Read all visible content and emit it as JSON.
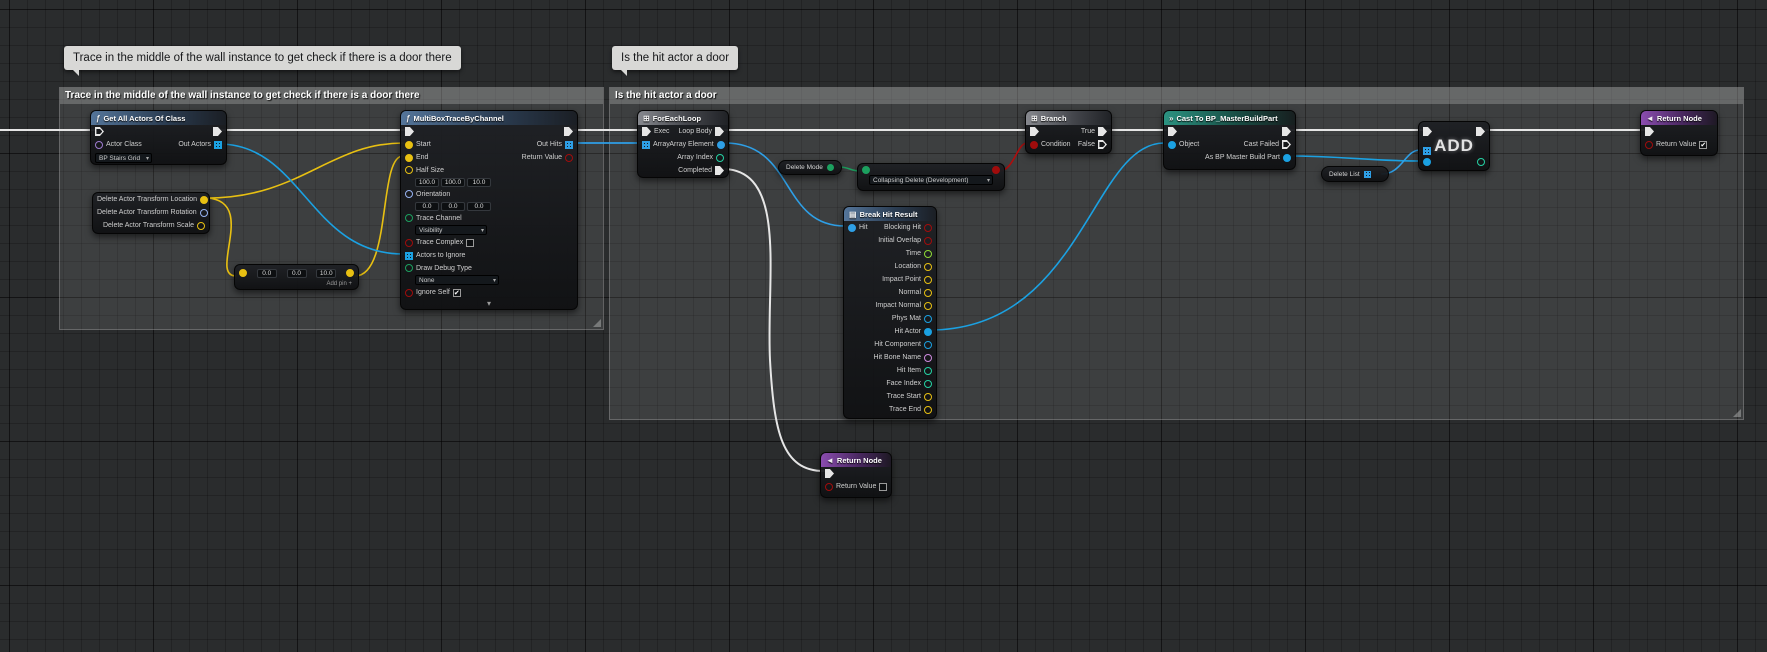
{
  "comments": {
    "trace": {
      "title": "Trace in the middle of the wall instance to get check if there is a door there"
    },
    "door": {
      "title": "Is the hit actor a door"
    }
  },
  "icons": {
    "function": "ƒ",
    "macro": "⊞",
    "cast": "»",
    "return": "◄",
    "break": "▤"
  },
  "nodes": {
    "getAllActors": {
      "title": "Get All Actors Of Class",
      "actorClassLabel": "Actor Class",
      "actorClassValue": "BP Stairs Grid",
      "outActorsLabel": "Out Actors"
    },
    "multiBoxTrace": {
      "title": "MultiBoxTraceByChannel",
      "start": "Start",
      "end": "End",
      "halfSize": "Half Size",
      "halfSizeValues": [
        "100.0",
        "100.0",
        "10.0"
      ],
      "orientation": "Orientation",
      "orientationValues": [
        "0.0",
        "0.0",
        "0.0"
      ],
      "traceChannel": "Trace Channel",
      "traceChannelValue": "Visibility",
      "traceComplex": "Trace Complex",
      "actorsToIgnore": "Actors to Ignore",
      "drawDebugType": "Draw Debug Type",
      "drawDebugTypeValue": "None",
      "ignoreSelf": "Ignore Self",
      "ignoreSelfChecked": true,
      "outHits": "Out Hits",
      "returnValue": "Return Value"
    },
    "transformBreak": {
      "pins": [
        "Delete Actor Transform Location",
        "Delete Actor Transform Rotation",
        "Delete Actor Transform Scale"
      ]
    },
    "vectorAdd": {
      "values": [
        "0.0",
        "0.0",
        "10.0"
      ],
      "addPin": "Add pin +"
    },
    "forEachLoop": {
      "title": "ForEachLoop",
      "exec": "Exec",
      "array": "Array",
      "loopBody": "Loop Body",
      "arrayElement": "Array Element",
      "arrayIndex": "Array Index",
      "completed": "Completed"
    },
    "deleteMode": {
      "label": "Delete Mode"
    },
    "equalEnum": {
      "value": "Collapsing Delete (Development)"
    },
    "breakHitResult": {
      "title": "Break Hit Result",
      "hit": "Hit",
      "pins": [
        "Blocking Hit",
        "Initial Overlap",
        "Time",
        "Location",
        "Impact Point",
        "Normal",
        "Impact Normal",
        "Phys Mat",
        "Hit Actor",
        "Hit Component",
        "Hit Bone Name",
        "Hit Item",
        "Face Index",
        "Trace Start",
        "Trace End"
      ]
    },
    "branch": {
      "title": "Branch",
      "condition": "Condition",
      "trueLabel": "True",
      "falseLabel": "False"
    },
    "cast": {
      "title": "Cast To BP_MasterBuildPart",
      "object": "Object",
      "castFailed": "Cast Failed",
      "asPart": "As BP Master Build Part"
    },
    "deleteList": {
      "label": "Delete List"
    },
    "addNode": {
      "watermark": "ADD"
    },
    "returnTop": {
      "title": "Return Node",
      "returnValue": "Return Value",
      "checked": true
    },
    "returnBottom": {
      "title": "Return Node",
      "returnValue": "Return Value",
      "checked": false
    }
  },
  "colors": {
    "background": "#2a2c2d",
    "execPin": "#e6e6e6",
    "bool": "#a00c0c",
    "vector": "#e8c012",
    "rotator": "#97b3f2",
    "object": "#1ba1e2",
    "class": "#9e7bd0",
    "int": "#25d2a4",
    "float": "#8fdb36",
    "name": "#cf8adf",
    "struct": "#2e9fe6",
    "enum": "#1ca05f",
    "headerFunction": "#56789e",
    "headerMacro": "#8a8c92",
    "headerCast": "#2c9684",
    "headerReturn": "#8e4eb4"
  }
}
